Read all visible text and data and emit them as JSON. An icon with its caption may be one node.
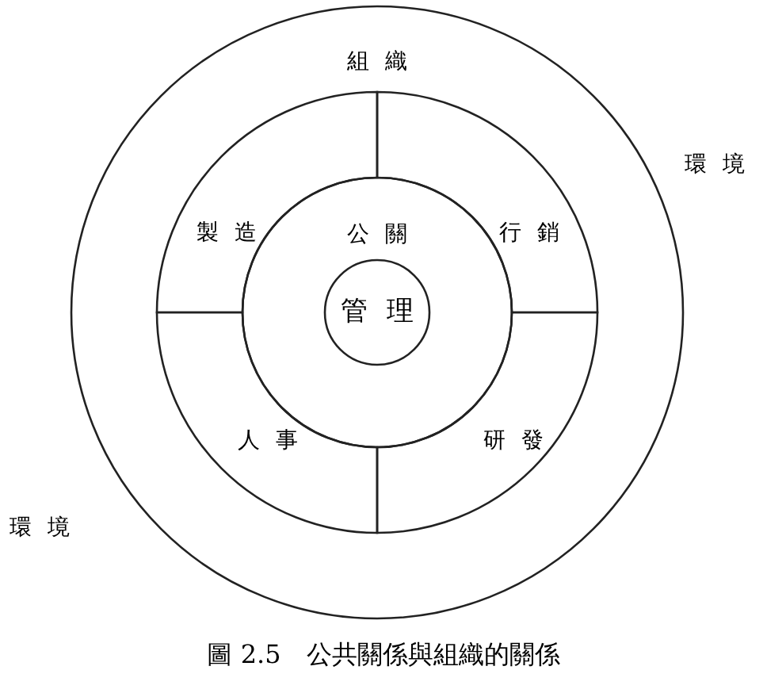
{
  "diagram": {
    "caption": "圖 2.5　公共關係與組織的關係",
    "nodes": [
      {
        "text": [
          "組織"
        ]
      },
      {
        "text": [
          "製造"
        ],
        "in": 0
      },
      {
        "text": [
          "行銷"
        ],
        "in": 0
      },
      {
        "text": [
          "人事"
        ],
        "in": 0
      },
      {
        "text": [
          "研發"
        ],
        "in": 0
      },
      {
        "text": [
          "公關"
        ],
        "in": 0
      },
      {
        "text": [
          "管理"
        ],
        "in": 5
      }
    ],
    "labels": [
      "環境",
      "環境"
    ]
  }
}
